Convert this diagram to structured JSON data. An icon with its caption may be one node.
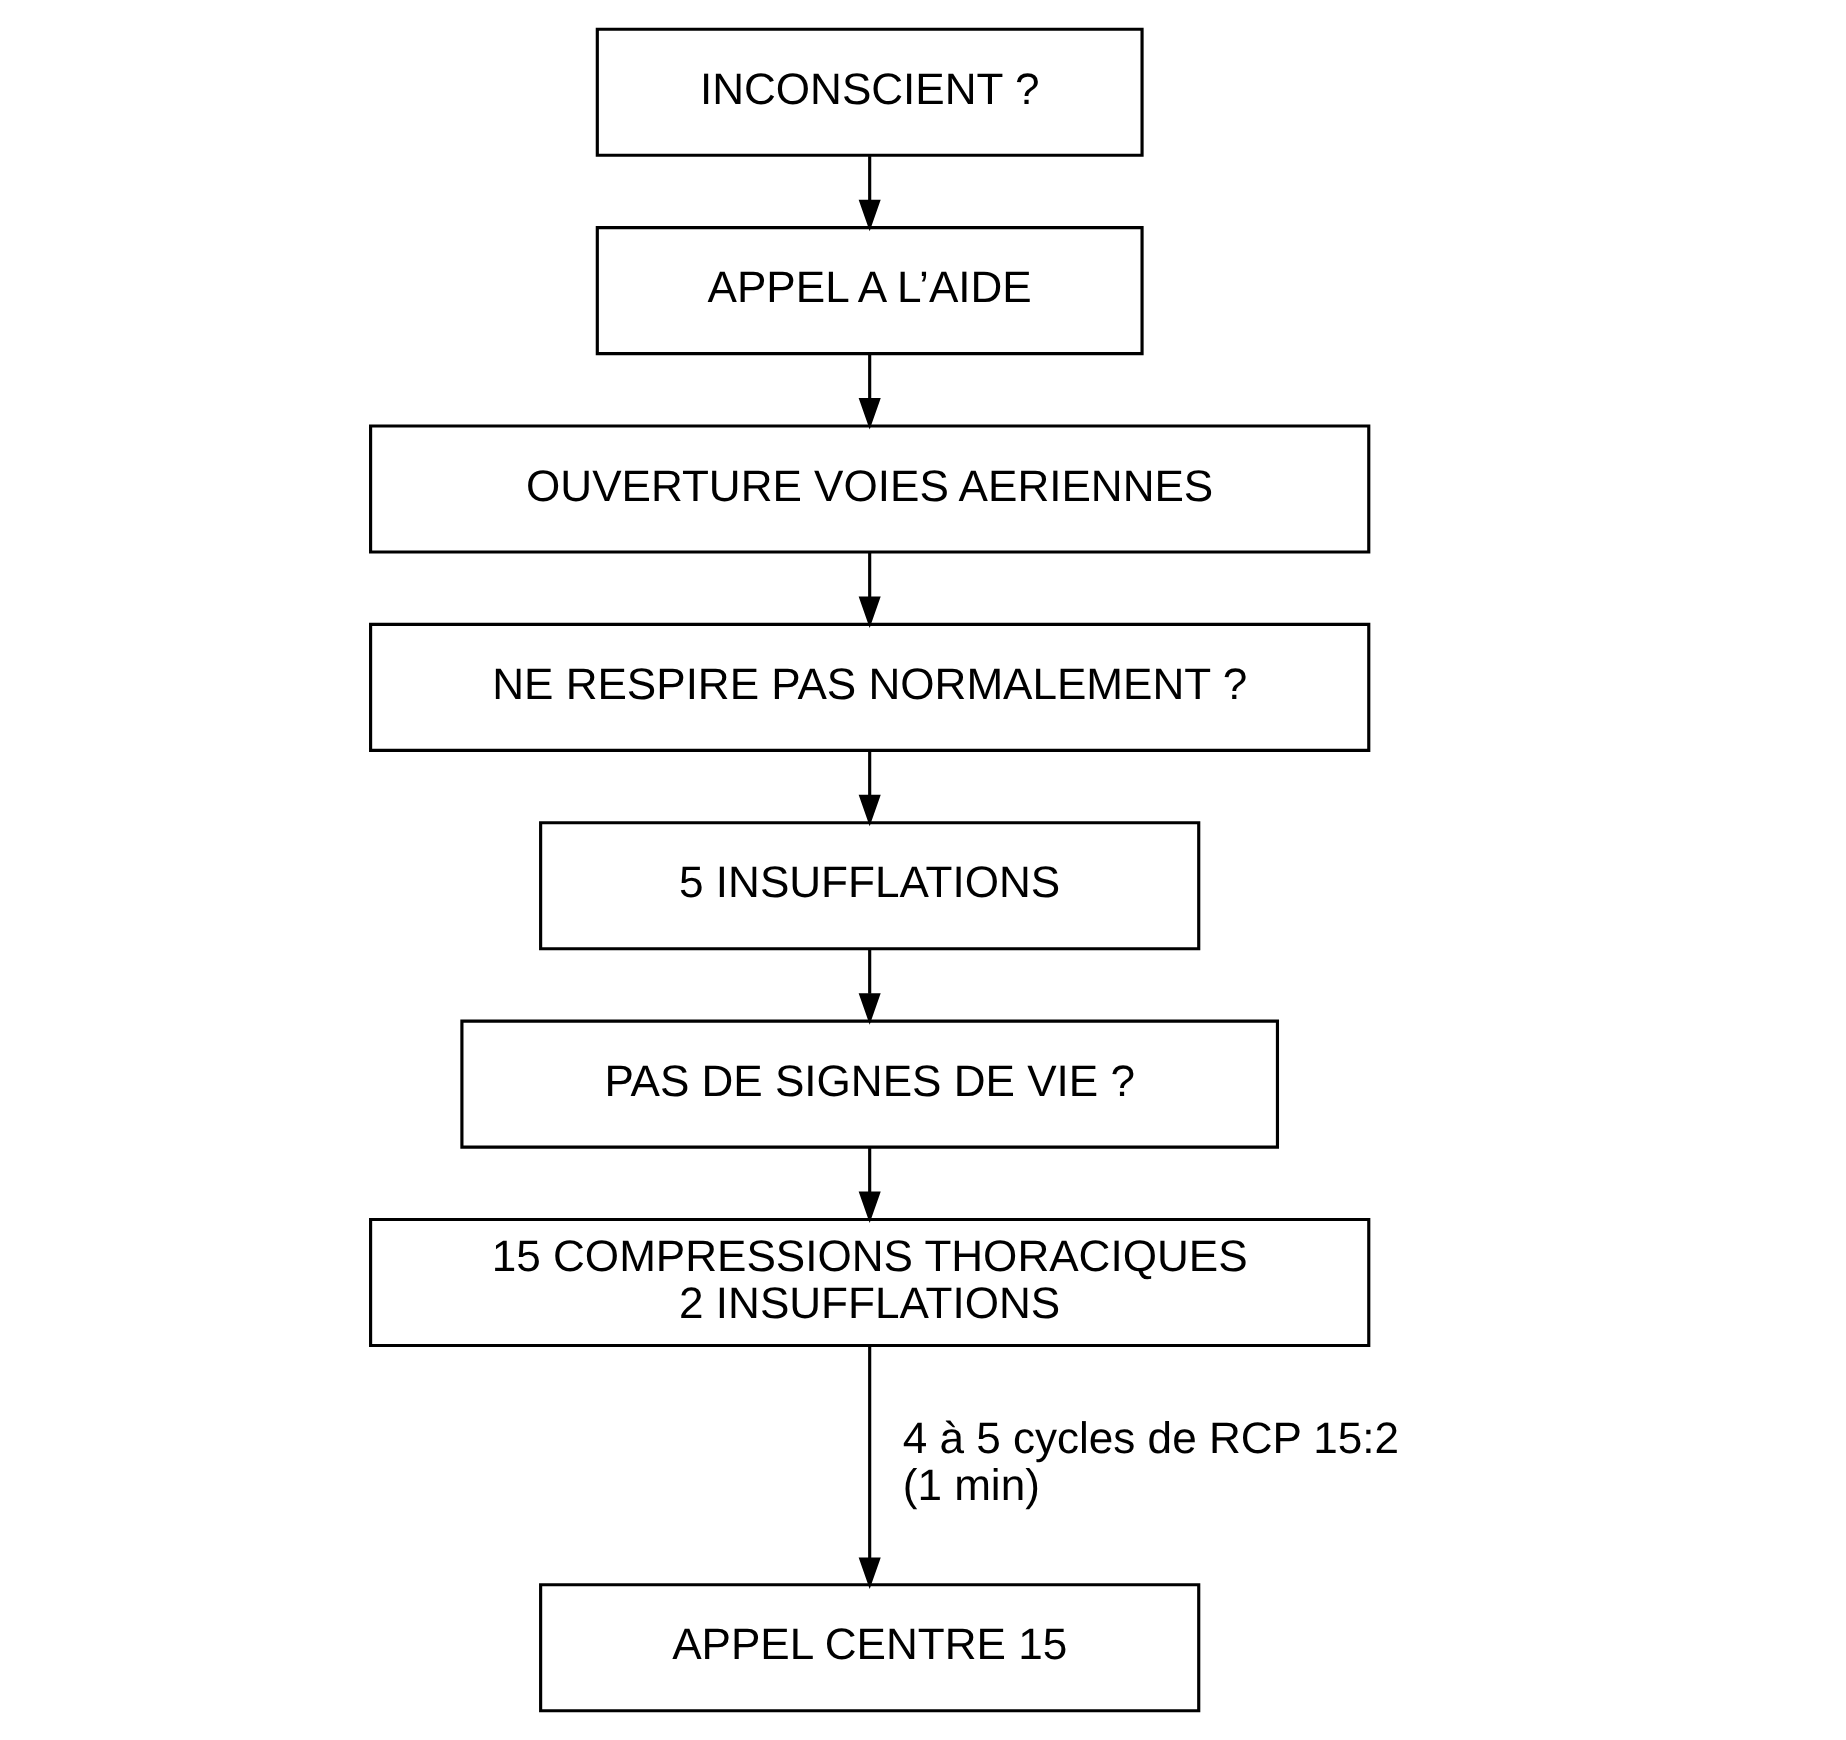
{
  "diagram": {
    "nodes": [
      {
        "text": [
          "INCONSCIENT ?"
        ]
      },
      {
        "text": [
          "APPEL A L’AIDE"
        ]
      },
      {
        "text": [
          "OUVERTURE VOIES AERIENNES"
        ]
      },
      {
        "text": [
          "NE RESPIRE PAS NORMALEMENT ?"
        ]
      },
      {
        "text": [
          "5 INSUFFLATIONS"
        ]
      },
      {
        "text": [
          "PAS DE SIGNES DE VIE ?"
        ]
      },
      {
        "text": [
          "15 COMPRESSIONS THORACIQUES",
          "2 INSUFFLATIONS"
        ]
      },
      {
        "text": [
          "APPEL CENTRE 15"
        ]
      }
    ],
    "edges": [
      {
        "from": 0,
        "to": 1,
        "arrow": "to"
      },
      {
        "from": 1,
        "to": 2,
        "arrow": "to"
      },
      {
        "from": 2,
        "to": 3,
        "arrow": "to"
      },
      {
        "from": 3,
        "to": 4,
        "arrow": "to"
      },
      {
        "from": 4,
        "to": 5,
        "arrow": "to"
      },
      {
        "from": 5,
        "to": 6,
        "arrow": "to"
      },
      {
        "from": 6,
        "to": 7,
        "arrow": "to",
        "label": "4 à 5 cycles de RCP 15:2 (1 min)"
      }
    ]
  }
}
